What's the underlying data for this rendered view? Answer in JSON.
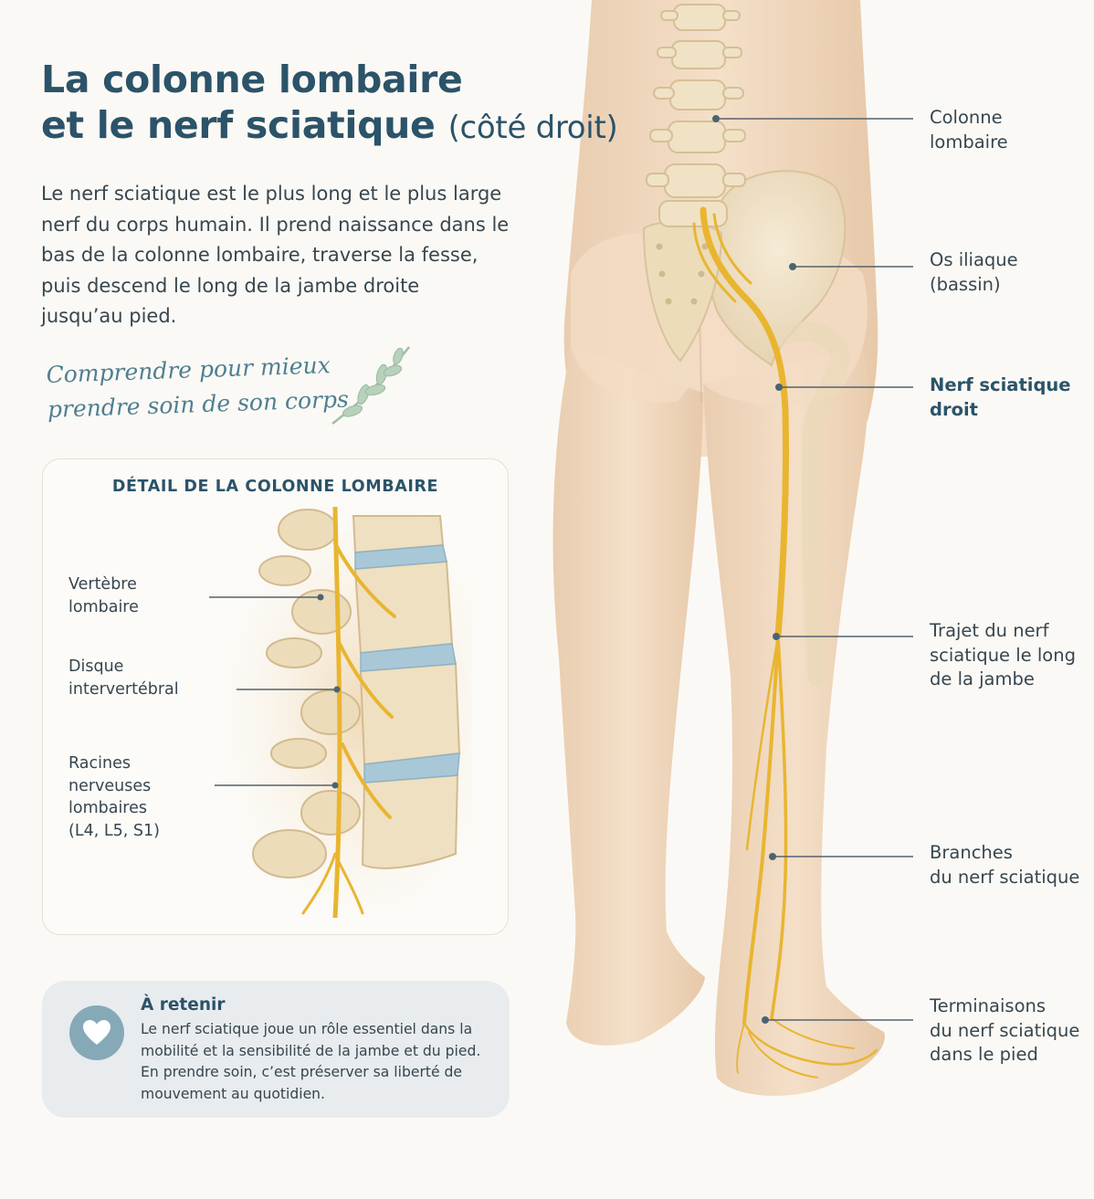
{
  "title": {
    "line1": "La colonne lombaire",
    "line2": "et le nerf sciatique",
    "qualifier": "(côté droit)"
  },
  "intro": {
    "lines": [
      "Le nerf sciatique est le plus long et le plus large",
      "nerf du corps humain. Il prend naissance dans le",
      "bas de la colonne lombaire, traverse la fesse,",
      "puis descend le long de la jambe droite",
      "jusqu’au pied."
    ]
  },
  "tagline": {
    "line1": "Comprendre pour mieux",
    "line2": "prendre soin de son corps",
    "icon": "leaf-sprig-icon"
  },
  "detail": {
    "title": "DÉTAIL DE LA COLONNE LOMBAIRE",
    "labels": [
      {
        "lines": [
          "Vertèbre",
          "lombaire"
        ]
      },
      {
        "lines": [
          "Disque",
          "intervertébral"
        ]
      },
      {
        "lines": [
          "Racines",
          "nerveuses",
          "lombaires",
          "(L4, L5, S1)"
        ]
      }
    ]
  },
  "retain": {
    "title": "À retenir",
    "icon": "heart-icon",
    "lines": [
      "Le nerf sciatique joue un rôle essentiel dans la",
      "mobilité et la sensibilité de la jambe et du pied.",
      "En prendre soin, c’est préserver sa liberté de",
      "mouvement au quotidien."
    ]
  },
  "anatomy_labels": [
    {
      "lines": [
        "Colonne",
        "lombaire"
      ],
      "highlight": false
    },
    {
      "lines": [
        "Os iliaque",
        "(bassin)"
      ],
      "highlight": false
    },
    {
      "lines": [
        "Nerf sciatique",
        "droit"
      ],
      "highlight": true
    },
    {
      "lines": [
        "Trajet du nerf",
        "sciatique le long",
        "de la jambe"
      ],
      "highlight": false
    },
    {
      "lines": [
        "Branches",
        "du nerf sciatique"
      ],
      "highlight": false
    },
    {
      "lines": [
        "Terminaisons",
        "du nerf sciatique",
        "dans le pied"
      ],
      "highlight": false
    }
  ],
  "colors": {
    "heading": "#2b5369",
    "text": "#37464f",
    "accent": "#86a9b8",
    "skin": "#f1d9bf",
    "bone": "#efe1c4",
    "nerve": "#e9b530",
    "disc": "#a8c8d8",
    "background": "#fbf9f5"
  }
}
